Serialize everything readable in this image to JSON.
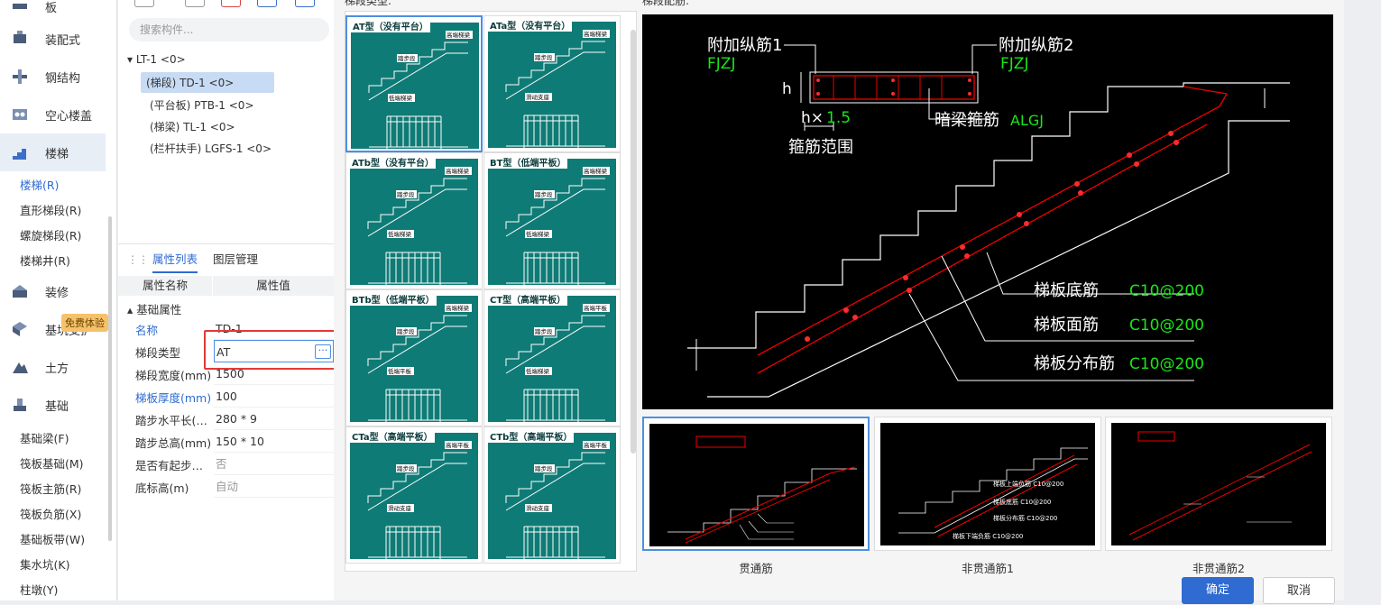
{
  "nav": {
    "top_partial": "板",
    "categories": [
      {
        "label": "装配式",
        "icon": "prefab-icon"
      },
      {
        "label": "钢结构",
        "icon": "steel-beam-icon"
      },
      {
        "label": "空心楼盖",
        "icon": "hollow-slab-icon"
      },
      {
        "label": "楼梯",
        "icon": "stair-icon"
      },
      {
        "label": "装修",
        "icon": "decoration-icon"
      },
      {
        "label": "基坑支护",
        "icon": "pit-support-icon"
      },
      {
        "label": "土方",
        "icon": "earthwork-icon"
      },
      {
        "label": "基础",
        "icon": "foundation-icon"
      }
    ],
    "stair_items": [
      "楼梯(R)",
      "直形梯段(R)",
      "螺旋梯段(R)",
      "楼梯井(R)"
    ],
    "foundation_items": [
      "基础梁(F)",
      "筏板基础(M)",
      "筏板主筋(R)",
      "筏板负筋(X)",
      "基础板带(W)",
      "集水坑(K)",
      "柱墩(Y)"
    ],
    "badge": "免费体验"
  },
  "tree": {
    "search_placeholder": "搜索构件...",
    "root": "LT-1 <0>",
    "children": [
      "(梯段) TD-1 <0>",
      "(平台板) PTB-1 <0>",
      "(梯梁) TL-1 <0>",
      "(栏杆扶手) LGFS-1 <0>"
    ]
  },
  "props": {
    "tabs": [
      "属性列表",
      "图层管理"
    ],
    "col_name": "属性名称",
    "col_value": "属性值",
    "group": "基础属性",
    "rows": [
      {
        "name": "名称",
        "value": "TD-1"
      },
      {
        "name": "梯段类型",
        "value": "AT"
      },
      {
        "name": "梯段宽度(mm)",
        "value": "1500"
      },
      {
        "name": "梯板厚度(mm)",
        "value": "100"
      },
      {
        "name": "踏步水平长(…",
        "value": "280 * 9"
      },
      {
        "name": "踏步总高(mm)",
        "value": "150 * 10"
      },
      {
        "name": "是否有起步…",
        "value": "否"
      },
      {
        "name": "底标高(m)",
        "value": "自动"
      }
    ]
  },
  "dialog": {
    "type_label": "梯段类型:",
    "rebar_label": "梯段配筋:",
    "types": [
      {
        "label": "AT型（没有平台）",
        "t1": "高端梯梁",
        "t2": "踏步段",
        "t3": "低端梯梁"
      },
      {
        "label": "ATa型（没有平台）",
        "t1": "高端梯梁",
        "t2": "踏步段",
        "t3": "滑动支座"
      },
      {
        "label": "ATb型（没有平台）",
        "t1": "高端梯梁",
        "t2": "踏步段",
        "t3": "低端梯梁"
      },
      {
        "label": "BT型（低端平板）",
        "t1": "高端梯梁",
        "t2": "踏步段",
        "t3": "低端梯梁"
      },
      {
        "label": "BTb型（低端平板）",
        "t1": "高端梯梁",
        "t2": "踏步段",
        "t3": "低端平板"
      },
      {
        "label": "CT型（高端平板）",
        "t1": "高端平板",
        "t2": "踏步段",
        "t3": "低端梯梁"
      },
      {
        "label": "CTa型（高端平板）",
        "t1": "高端平板",
        "t2": "踏步段",
        "t3": "滑动支座"
      },
      {
        "label": "CTb型（高端平板）",
        "t1": "高端平板",
        "t2": "踏步段",
        "t3": "滑动支座"
      }
    ],
    "drawing": {
      "fj1": "附加纵筋1",
      "fj1_code": "FJZJ",
      "fj2": "附加纵筋2",
      "fj2_code": "FJZJ",
      "h": "h",
      "h_times": "h×",
      "factor": "1.5",
      "hoop_range": "箍筋范围",
      "hidden_beam": "暗梁箍筋",
      "hidden_beam_code": "ALGJ",
      "bottom": "梯板底筋",
      "bottom_code": "C10@200",
      "top": "梯板面筋",
      "top_code": "C10@200",
      "dist": "梯板分布筋",
      "dist_code": "C10@200"
    },
    "options": [
      "贯通筋",
      "非贯通筋1",
      "非贯通筋2"
    ],
    "opt2_labels": [
      "梯板上端负筋 C10@200",
      "梯板底筋 C10@200",
      "梯板分布筋 C10@200",
      "梯板下端负筋 C10@200"
    ],
    "ok": "确定",
    "cancel": "取消"
  },
  "colors": {
    "accent": "#2f6bd1",
    "teal": "#0f7b76",
    "red": "#e53935",
    "cad_green": "#19e619"
  }
}
